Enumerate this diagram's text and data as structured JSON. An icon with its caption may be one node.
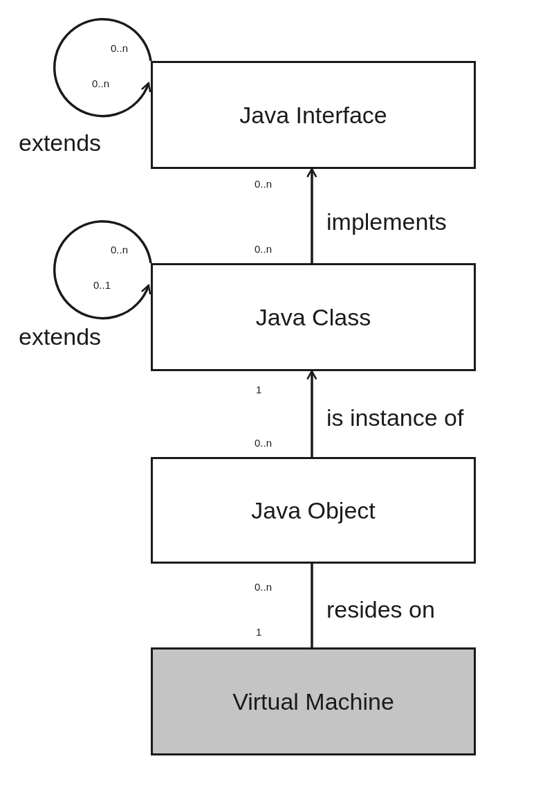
{
  "diagram": {
    "nodes": [
      {
        "text": [
          "Java Interface"
        ]
      },
      {
        "text": [
          "Java Class"
        ]
      },
      {
        "text": [
          "Java Object"
        ]
      },
      {
        "text": [
          "Virtual Machine"
        ]
      }
    ],
    "edges": [
      {
        "from": 0,
        "to": 0,
        "arrow": "to",
        "label": "extends"
      },
      {
        "from": 1,
        "to": 0,
        "arrow": "to",
        "label": "implements"
      },
      {
        "from": 1,
        "to": 1,
        "arrow": "to",
        "label": "extends"
      },
      {
        "from": 2,
        "to": 1,
        "arrow": "to",
        "label": "is instance of"
      },
      {
        "from": 2,
        "to": 3,
        "arrow": "none",
        "label": "resides on"
      }
    ],
    "labels": [
      "0..n",
      "0..n",
      "0..n",
      "0..n",
      "0..n",
      "0..1",
      "1",
      "0..n",
      "0..n",
      "1"
    ]
  }
}
